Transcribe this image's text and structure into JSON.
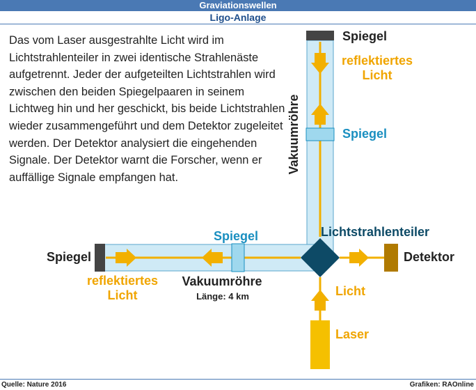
{
  "header": {
    "title": "Graviationswellen",
    "subtitle": "Ligo-Anlage"
  },
  "description": "Das vom Laser ausgestrahlte Licht wird im Lichtstrahlenteiler in zwei identische Strahlenäste aufgetrennt. Jeder der aufgeteilten Lichtstrahlen wird zwischen den beiden Spiegelpaaren in seinem Lichtweg hin und her geschickt, bis beide Lichtstrahlen wieder zusammengeführt und dem Detektor zugeleitet werden. Der Detektor analysiert die eingehenden Signale. Der Detektor warnt die Forscher, wenn er auffällige Signale empfangen hat.",
  "diagram": {
    "labels": {
      "mirror_top": "Spiegel",
      "reflected_top_line1": "reflektiertes",
      "reflected_top_line2": "Licht",
      "mirror_mid_vertical": "Spiegel",
      "vacuum_vertical": "Vakuumröhre",
      "beam_splitter": "Lichtstrahlenteiler",
      "mirror_mid_horizontal": "Spiegel",
      "mirror_left": "Spiegel",
      "detector": "Detektor",
      "reflected_left_line1": "reflektiertes",
      "reflected_left_line2": "Licht",
      "vacuum_horizontal": "Vakuumröhre",
      "length": "Länge: 4 km",
      "light": "Licht",
      "laser": "Laser"
    },
    "colors": {
      "tube_fill": "#cfeaf6",
      "tube_stroke": "#5aa6cc",
      "beam": "#f2b000",
      "label_orange": "#f0a500",
      "label_blue": "#1a8fc0",
      "splitter": "#0d4a66",
      "mirror_dark": "#444444",
      "detector": "#b07a00",
      "laser": "#f5c000"
    }
  },
  "footer": {
    "source": "Quelle: Nature 2016",
    "credit": "Grafiken: RAOnline"
  }
}
